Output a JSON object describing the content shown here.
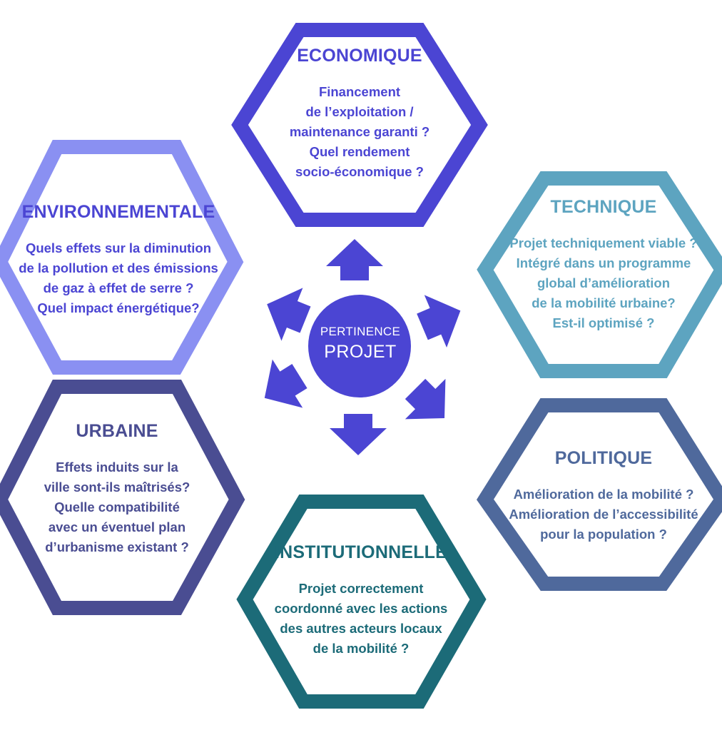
{
  "center": {
    "top": "PERTINENCE",
    "main": "PROJET",
    "color": "#4b45d3"
  },
  "hexagons": {
    "economique": {
      "title": "ECONOMIQUE",
      "lines": [
        "Financement",
        "de l’exploitation /",
        "maintenance garanti ?",
        "Quel rendement",
        "socio-économique ?"
      ],
      "stroke": "#4b45d3",
      "text_color": "#4b45d3"
    },
    "environnementale": {
      "title": "ENVIRONNEMENTALE",
      "lines": [
        "Quels effets sur la diminution",
        "de la pollution et des émissions",
        "de gaz à effet de serre ?",
        "Quel impact énergétique?"
      ],
      "stroke": "#8a90f2",
      "text_color": "#4b45d3"
    },
    "technique": {
      "title": "TECHNIQUE",
      "lines": [
        "Projet techniquement viable ?",
        "Intégré dans un programme",
        "global d’amélioration",
        "de la mobilité urbaine?",
        "Est-il optimisé ?"
      ],
      "stroke": "#5da4c0",
      "text_color": "#5da4c0"
    },
    "urbaine": {
      "title": "URBAINE",
      "lines": [
        "Effets induits sur la",
        "ville sont-ils maîtrisés?",
        "Quelle compatibilité",
        "avec un éventuel plan",
        "d’urbanisme existant ?"
      ],
      "stroke": "#4a4d92",
      "text_color": "#4a4d92"
    },
    "politique": {
      "title": "POLITIQUE",
      "lines": [
        "Amélioration de la mobilité ?",
        "Amélioration de l’accessibilité",
        "pour la population ?"
      ],
      "stroke": "#4f699c",
      "text_color": "#4f699c"
    },
    "institutionnelle": {
      "title": "INSTITUTIONNELLE",
      "lines": [
        "Projet  correctement",
        "coordonné avec les actions",
        "des autres acteurs locaux",
        "de la mobilité ?"
      ],
      "stroke": "#1c6b78",
      "text_color": "#1c6b78"
    }
  }
}
